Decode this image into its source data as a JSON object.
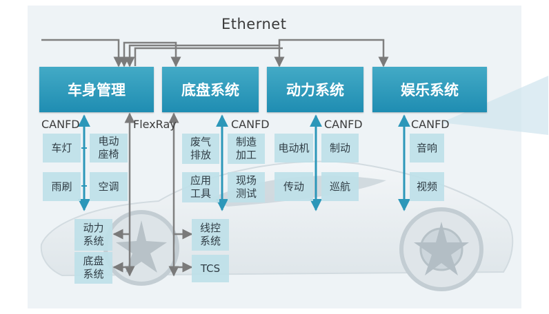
{
  "ethernet_label": "Ethernet",
  "flexray_label": "FlexRay",
  "systems": [
    {
      "id": "body",
      "label": "车身管理",
      "bus": "CANFD",
      "nodes": [
        "车灯",
        "电动\n座椅",
        "雨刷",
        "空调"
      ]
    },
    {
      "id": "chassis",
      "label": "底盘系统",
      "bus": "CANFD",
      "nodes": [
        "废气\n排放",
        "制造\n加工",
        "应用\n工具",
        "现场\n测试"
      ]
    },
    {
      "id": "power",
      "label": "动力系统",
      "bus": "CANFD",
      "nodes": [
        "电动机",
        "制动",
        "传动",
        "巡航"
      ]
    },
    {
      "id": "entertainment",
      "label": "娱乐系统",
      "bus": "CANFD",
      "nodes": [
        "音响",
        "视频"
      ]
    }
  ],
  "flexray_nodes": {
    "left": [
      "动力\n系统",
      "底盘\n系统"
    ],
    "right": [
      "线控\n系统",
      "TCS"
    ]
  },
  "colors": {
    "system_box": "#2794b8",
    "node_box": "#bfe0e8",
    "can_line": "#2c97b9",
    "ethernet_line": "#7f7f7f"
  }
}
